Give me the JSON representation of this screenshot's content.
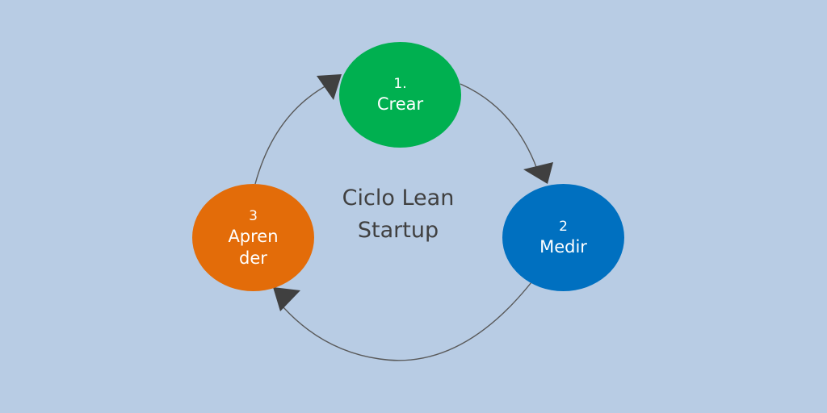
{
  "diagram": {
    "center_line1": "Ciclo Lean",
    "center_line2": "Startup",
    "stages": [
      {
        "number": "1.",
        "label": "Crear",
        "color": "#00b050"
      },
      {
        "number": "2",
        "label": "Medir",
        "color": "#0070c0"
      },
      {
        "number": "3",
        "label_line1": "Apren",
        "label_line2": "der",
        "color": "#e36c09"
      }
    ],
    "colors": {
      "background": "#b8cce4",
      "connector": "#595959",
      "arrowhead": "#404040",
      "center_text": "#404040"
    }
  }
}
